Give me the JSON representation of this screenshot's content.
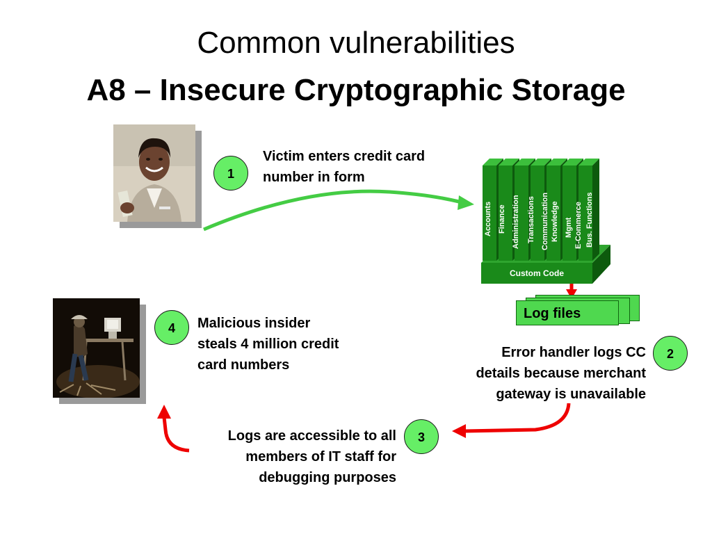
{
  "slide": {
    "title_line1": "Common vulnerabilities",
    "title_line2": "A8 – Insecure Cryptographic Storage"
  },
  "steps": [
    {
      "number": "1",
      "line1": "Victim enters credit card",
      "line2": "number in form"
    },
    {
      "number": "2",
      "line1": "Error handler logs CC",
      "line2": "details because merchant",
      "line3": "gateway is unavailable"
    },
    {
      "number": "3",
      "line1": "Logs are accessible to all",
      "line2": "members of IT staff for",
      "line3": "debugging purposes"
    },
    {
      "number": "4",
      "line1": "Malicious insider",
      "line2": "steals 4 million credit",
      "line3": "card numbers"
    }
  ],
  "application": {
    "modules": [
      "Accounts",
      "Finance",
      "Administration",
      "Transactions",
      "Communication",
      "Knowledge",
      "Mgmt",
      "E-Commerce",
      "Bus. Functions"
    ],
    "base_label": "Custom Code"
  },
  "log_files": {
    "label": "Log files"
  },
  "colors": {
    "circle_fill": "#66ee66",
    "green_arrow": "#44cc44",
    "red_arrow": "#ee0000",
    "app_green": "#1a8a1a"
  },
  "icons": [
    "victim-photo",
    "insider-photo",
    "application-stack-icon"
  ]
}
